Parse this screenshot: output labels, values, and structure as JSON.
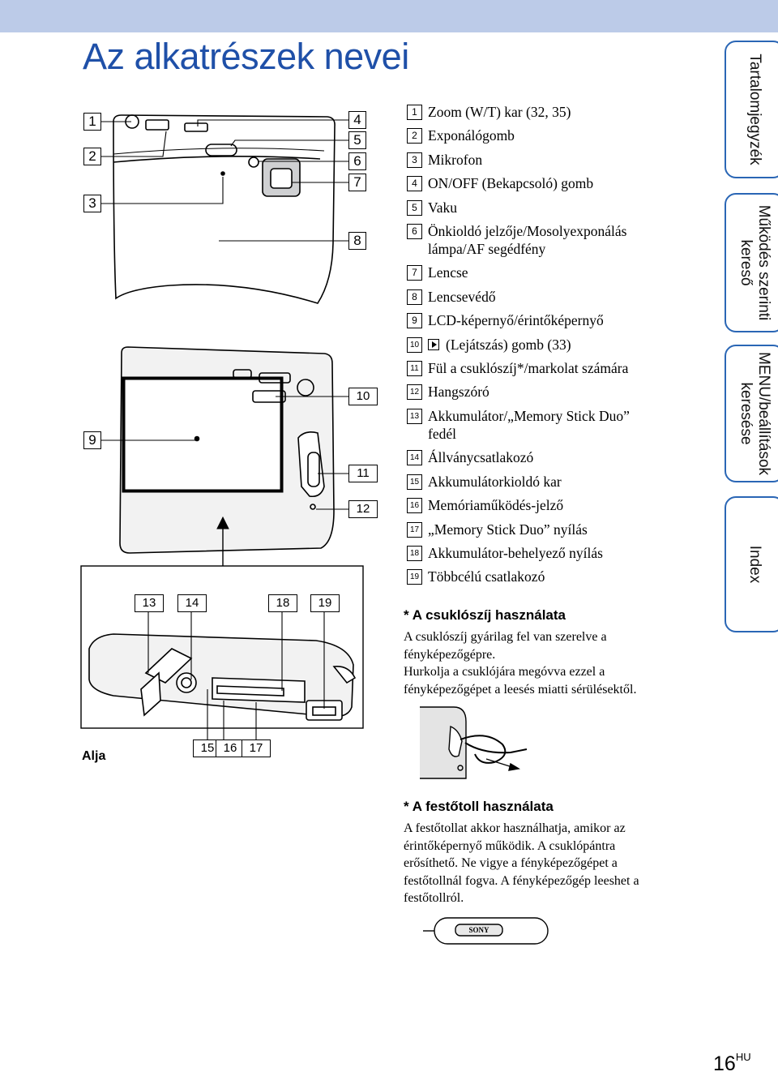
{
  "page": {
    "title": "Az alkatrészek nevei",
    "page_number": "16",
    "page_suffix": "HU",
    "bottom_label": "Alja"
  },
  "side_tabs": [
    {
      "label": "Tartalomjegyzék"
    },
    {
      "label": "Működés szerinti kereső"
    },
    {
      "label": "MENU/beállítások keresése"
    },
    {
      "label": "Index"
    }
  ],
  "accent_colors": {
    "title": "#1f50a8",
    "top_band": "#bccbe8",
    "tab_border": "#2a66b5"
  },
  "callouts": [
    "1",
    "2",
    "3",
    "4",
    "5",
    "6",
    "7",
    "8",
    "9",
    "10",
    "11",
    "12",
    "13",
    "14",
    "15",
    "16",
    "17",
    "18",
    "19"
  ],
  "parts": [
    {
      "num": "1",
      "text": "Zoom (W/T) kar (32, 35)"
    },
    {
      "num": "2",
      "text": "Exponálógomb"
    },
    {
      "num": "3",
      "text": "Mikrofon"
    },
    {
      "num": "4",
      "text": "ON/OFF (Bekapcsoló) gomb"
    },
    {
      "num": "5",
      "text": "Vaku"
    },
    {
      "num": "6",
      "text": "Önkioldó jelzője/Mosolyexponálás",
      "cont": "lámpa/AF segédfény"
    },
    {
      "num": "7",
      "text": "Lencse"
    },
    {
      "num": "8",
      "text": "Lencsevédő"
    },
    {
      "num": "9",
      "text": "LCD-képernyő/érintőképernyő"
    },
    {
      "num": "10",
      "text": "(Lejátszás) gomb (33)",
      "icon": "play-icon"
    },
    {
      "num": "11",
      "text": "Fül a csuklószíj*/markolat számára"
    },
    {
      "num": "12",
      "text": "Hangszóró"
    },
    {
      "num": "13",
      "text": "Akkumulátor/„Memory Stick Duo”",
      "cont": "fedél"
    },
    {
      "num": "14",
      "text": "Állványcsatlakozó"
    },
    {
      "num": "15",
      "text": "Akkumulátorkioldó kar"
    },
    {
      "num": "16",
      "text": "Memóriaműködés-jelző"
    },
    {
      "num": "17",
      "text": "„Memory Stick Duo” nyílás"
    },
    {
      "num": "18",
      "text": "Akkumulátor-behelyező nyílás"
    },
    {
      "num": "19",
      "text": "Többcélú csatlakozó"
    }
  ],
  "wrist_strap": {
    "heading": "* A csuklószíj használata",
    "lines": [
      "A csuklószíj gyárilag fel van szerelve a",
      "fényképezőgépre.",
      "Hurkolja a csuklójára megóvva ezzel a",
      "fényképezőgépet a leesés miatti sérülésektől."
    ]
  },
  "stylus": {
    "heading": "* A festőtoll használata",
    "lines": [
      "A festőtollat akkor használhatja, amikor az",
      "érintőképernyő működik. A csuklópántra",
      "erősíthető. Ne vigye a fényképezőgépet a",
      "festőtollnál fogva. A fényképezőgép leeshet a",
      "festőtollról."
    ],
    "brand": "SONY"
  }
}
